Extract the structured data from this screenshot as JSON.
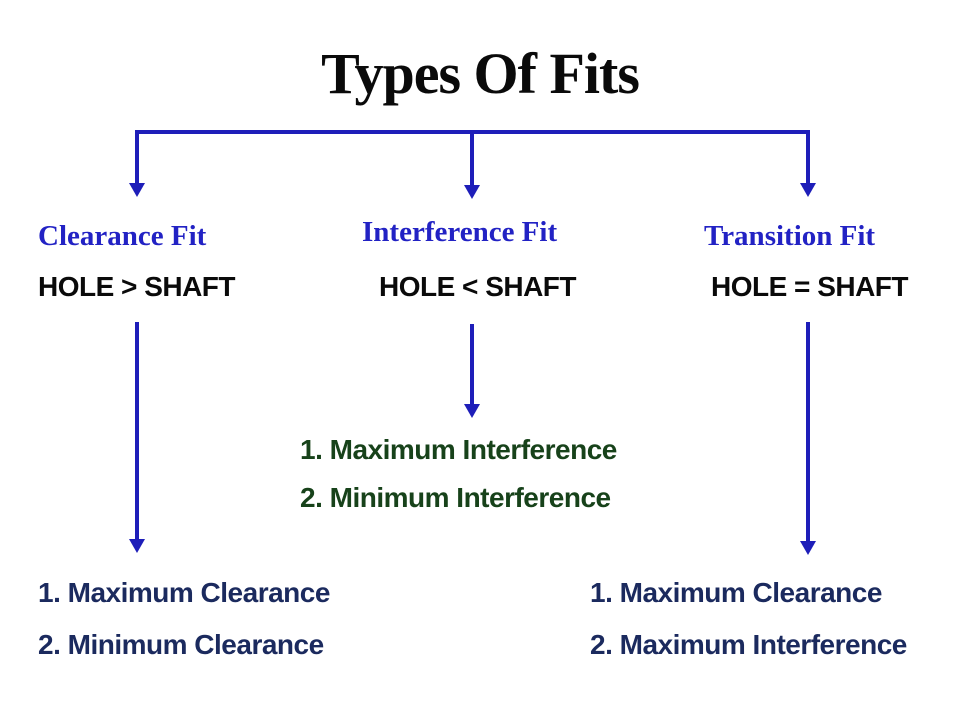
{
  "title": "Types Of Fits",
  "columns": [
    {
      "heading": "Clearance Fit",
      "relation": "HOLE > SHAFT",
      "items": [
        "1. Maximum Clearance",
        "2. Minimum Clearance"
      ]
    },
    {
      "heading": "Interference Fit",
      "relation": "HOLE < SHAFT",
      "items": [
        "1. Maximum Interference",
        "2. Minimum Interference"
      ]
    },
    {
      "heading": "Transition Fit",
      "relation": "HOLE = SHAFT",
      "items": [
        "1. Maximum Clearance",
        "2. Maximum Interference"
      ]
    }
  ],
  "colors": {
    "arrow_blue": "#1e1eb9",
    "heading_blue": "#2222c4",
    "navy": "#1b2a5e",
    "green": "#17421a",
    "text_black": "#0a0a0a"
  }
}
